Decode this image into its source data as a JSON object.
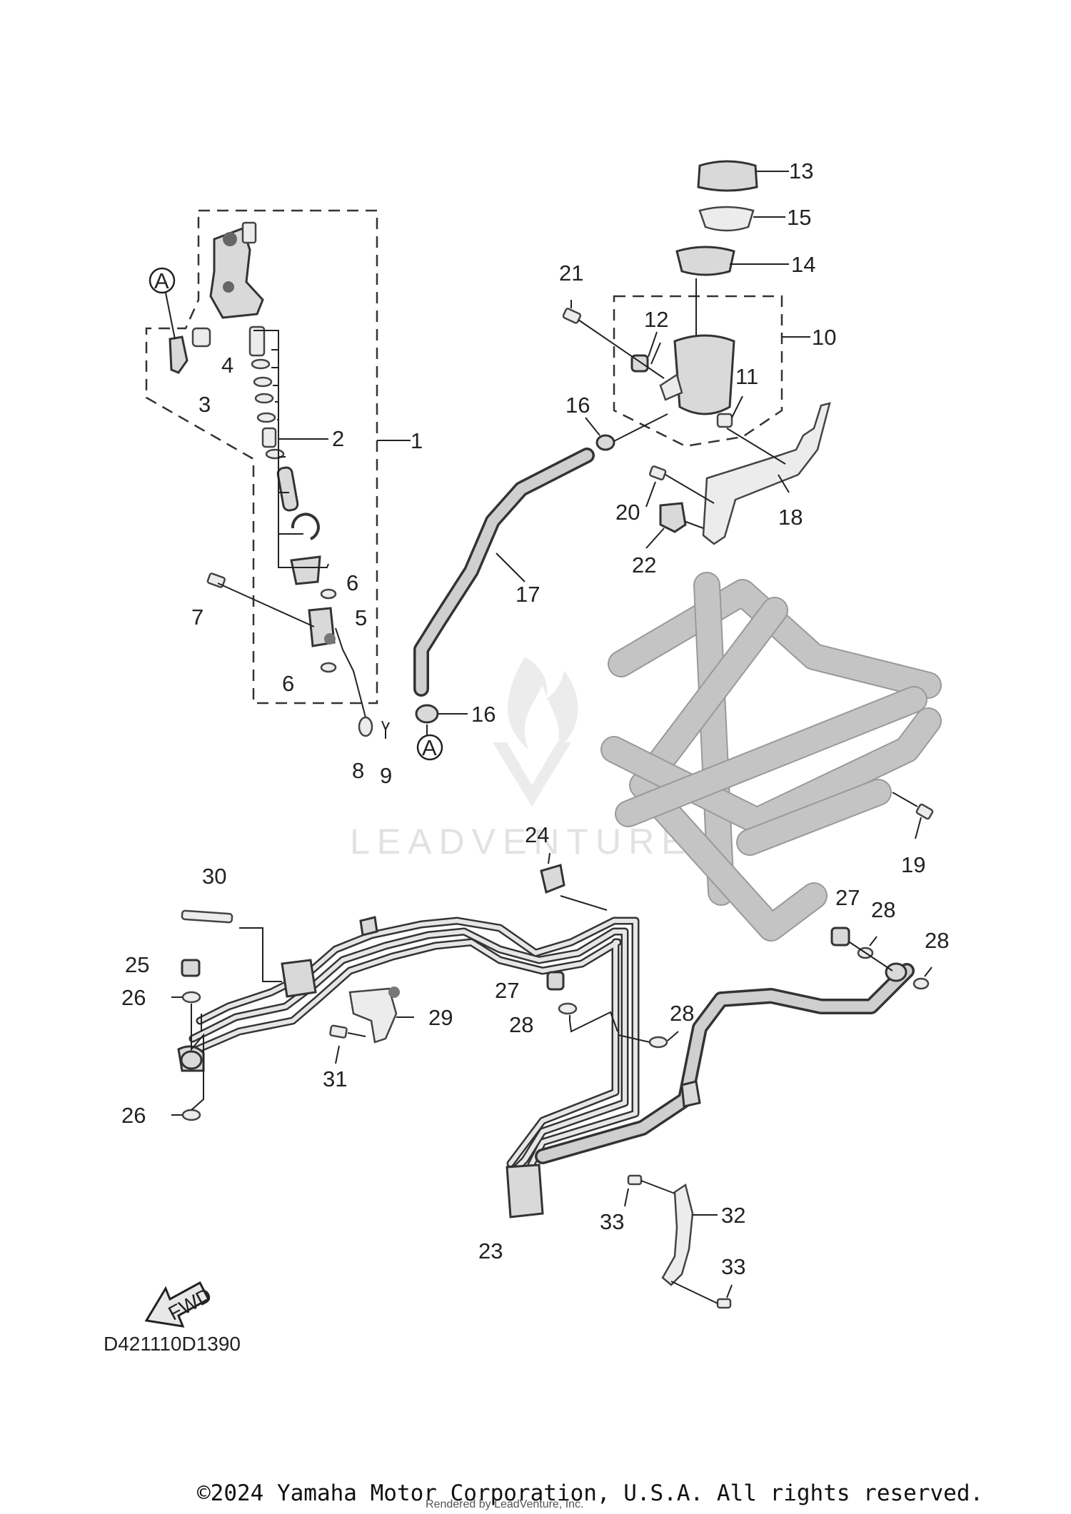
{
  "diagram_code": "D421110D1390",
  "watermark": "LEADVENTURE",
  "copyright": "©2024 Yamaha Motor Corporation, U.S.A. All rights reserved.",
  "rendered_by": "Rendered by LeadVenture, Inc.",
  "fwd_label": "FWD",
  "callouts": {
    "c1": "1",
    "c2": "2",
    "c3": "3",
    "c4": "4",
    "c5": "5",
    "c6a": "6",
    "c6b": "6",
    "c7": "7",
    "c8": "8",
    "c9": "9",
    "c10": "10",
    "c11": "11",
    "c12": "12",
    "c13": "13",
    "c14": "14",
    "c15": "15",
    "c16a": "16",
    "c16b": "16",
    "c17": "17",
    "c18": "18",
    "c19": "19",
    "c20": "20",
    "c21": "21",
    "c22": "22",
    "c23": "23",
    "c24": "24",
    "c25": "25",
    "c26a": "26",
    "c26b": "26",
    "c27a": "27",
    "c27b": "27",
    "c28a": "28",
    "c28b": "28",
    "c28c": "28",
    "c28d": "28",
    "c29": "29",
    "c30": "30",
    "c31": "31",
    "c32": "32",
    "c33a": "33",
    "c33b": "33",
    "refA1": "A",
    "refA2": "A"
  }
}
